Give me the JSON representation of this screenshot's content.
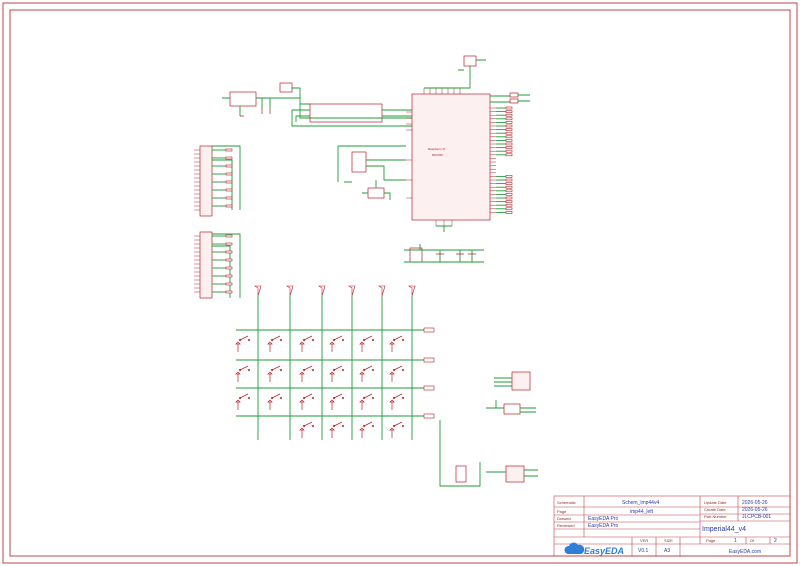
{
  "title_block": {
    "schematic_label": "Schematic",
    "schematic_value": "Schem_imp44v4",
    "page_label": "Page",
    "page_value": "imp44_left",
    "drawn_label": "Drawed",
    "drawn_value": "EasyEDA Pro",
    "reviewed_label": "Reviewed",
    "reviewed_value": "EasyEDA Pro",
    "update_date_label": "Update Date",
    "update_date_value": "2026-05-26",
    "create_date_label": "Create Date",
    "create_date_value": "2026-05-26",
    "part_number_label": "Part Number",
    "part_number_value": "JLCPCB-001",
    "project_name": "Imperial44_v4",
    "version_label": "VER",
    "version_value": "V0.1",
    "size_label": "SIZE",
    "size_value": "A3",
    "page_num_label": "Page",
    "page_num_value": "1",
    "of_label": "Of",
    "of_value": "2",
    "logo_text": "EasyEDA",
    "website": "EasyEDA.com"
  },
  "mcu": {
    "label_line1": "Raspberry Pi",
    "label_line2": "RP2040"
  },
  "colors": {
    "border": "#c0454b",
    "wire": "#1f9c3a",
    "component": "#b5222a",
    "net_text": "#2c3cb0",
    "logo": "#2f7fd6"
  },
  "icons": {
    "logo": "cloud-icon"
  }
}
